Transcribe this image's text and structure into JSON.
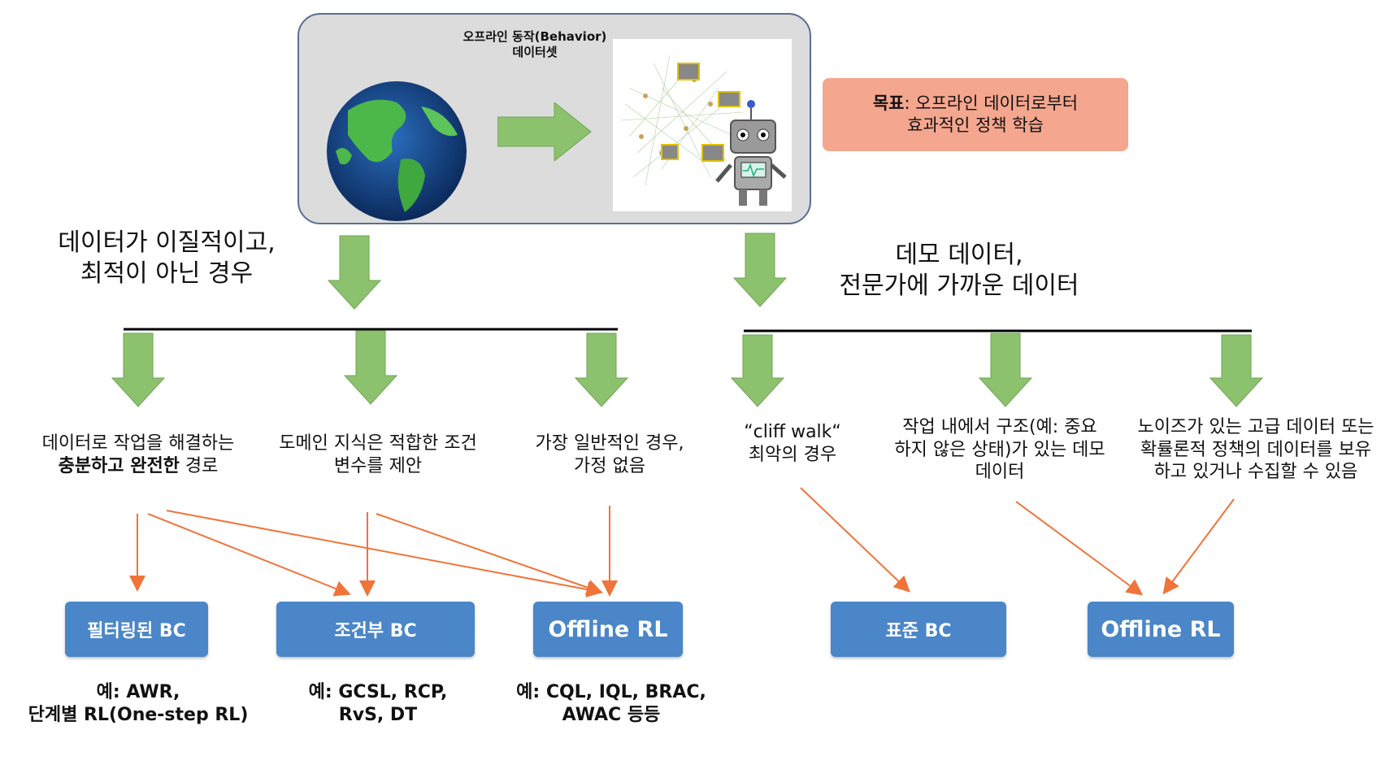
{
  "dataset": {
    "title_line1": "오프라인 동작(Behavior)",
    "title_line2": "데이터셋"
  },
  "goal": {
    "label_bold": "목표",
    "label_rest": ": 오프라인 데이터로부터",
    "line2": "효과적인 정책 학습"
  },
  "branches": {
    "left": {
      "line1": "데이터가 이질적이고,",
      "line2": "최적이 아닌 경우"
    },
    "right": {
      "line1": "데모 데이터,",
      "line2": "전문가에 가까운 데이터"
    }
  },
  "cases": {
    "c1": {
      "line1": "데이터로 작업을 해결하는",
      "line2_bold": "충분하고 완전한",
      "line2_rest": " 경로"
    },
    "c2": {
      "line1": "도메인 지식은 적합한 조건",
      "line2": "변수를 제안"
    },
    "c3": {
      "line1": "가장 일반적인 경우,",
      "line2": "가정 없음"
    },
    "c4": {
      "line1": "“cliff walk“",
      "line2": "최악의 경우"
    },
    "c5": {
      "line1": "작업 내에서 구조(예: 중요",
      "line2": "하지 않은 상태)가 있는 데모",
      "line3": "데이터"
    },
    "c6": {
      "line1": "노이즈가 있는 고급 데이터 또는",
      "line2": "확률론적 정책의 데이터를 보유",
      "line3": "하고 있거나 수집할 수 있음"
    }
  },
  "methods": {
    "filtered_bc": "필터링된 BC",
    "conditional_bc": "조건부 BC",
    "offline_rl_left": "Offline RL",
    "standard_bc": "표준 BC",
    "offline_rl_right": "Offline RL"
  },
  "examples": {
    "e1": {
      "line1": "예: AWR,",
      "line2": "단계별 RL(One-step RL)"
    },
    "e2": {
      "line1": "예: GCSL, RCP,",
      "line2": "RvS, DT"
    },
    "e3": {
      "line1": "예: CQL, IQL, BRAC,",
      "line2": "AWAC 등등"
    }
  },
  "colors": {
    "arrow_green": "#8cc26e",
    "arrow_orange": "#f0733a",
    "method_blue": "#4a86c8",
    "goal_salmon": "#f4a68e",
    "panel_gray": "#dcdcdc"
  }
}
